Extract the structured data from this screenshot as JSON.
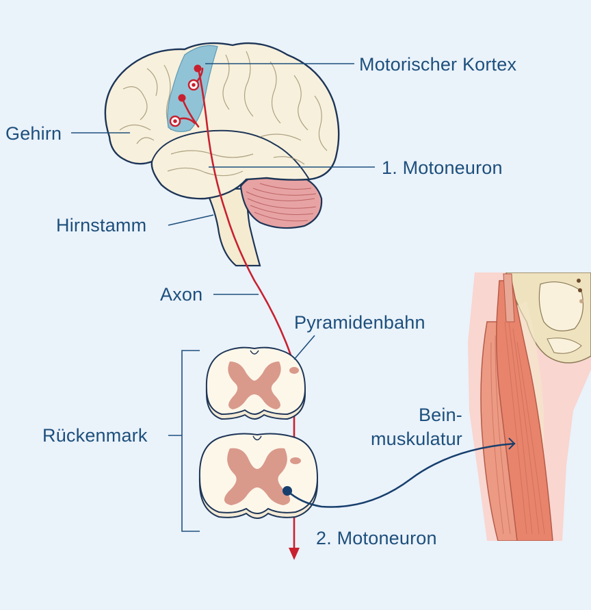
{
  "labels": {
    "motor_cortex": "Motorischer Kortex",
    "brain": "Gehirn",
    "first_motoneuron": "1. Motoneuron",
    "brainstem": "Hirnstamm",
    "axon": "Axon",
    "pyramidal_tract": "Pyramidenbahn",
    "spinal_cord": "Rückenmark",
    "leg_muscles_line1": "Bein-",
    "leg_muscles_line2": "muskulatur",
    "second_motoneuron": "2. Motoneuron"
  },
  "colors": {
    "background": "#eaf2fa",
    "label_text": "#1d4f7c",
    "outline": "#1d3557",
    "brain_fill": "#f7f0dc",
    "cortex_highlight": "#86bfd6",
    "neuron_red": "#c8202f",
    "cerebellum": "#e7a3a3",
    "grey_matter": "#d99a8b",
    "muscle": "#ec9a84",
    "skin": "#f9d6d0",
    "bone": "#efe2bf",
    "motoneuron_blue": "#173f6d"
  }
}
